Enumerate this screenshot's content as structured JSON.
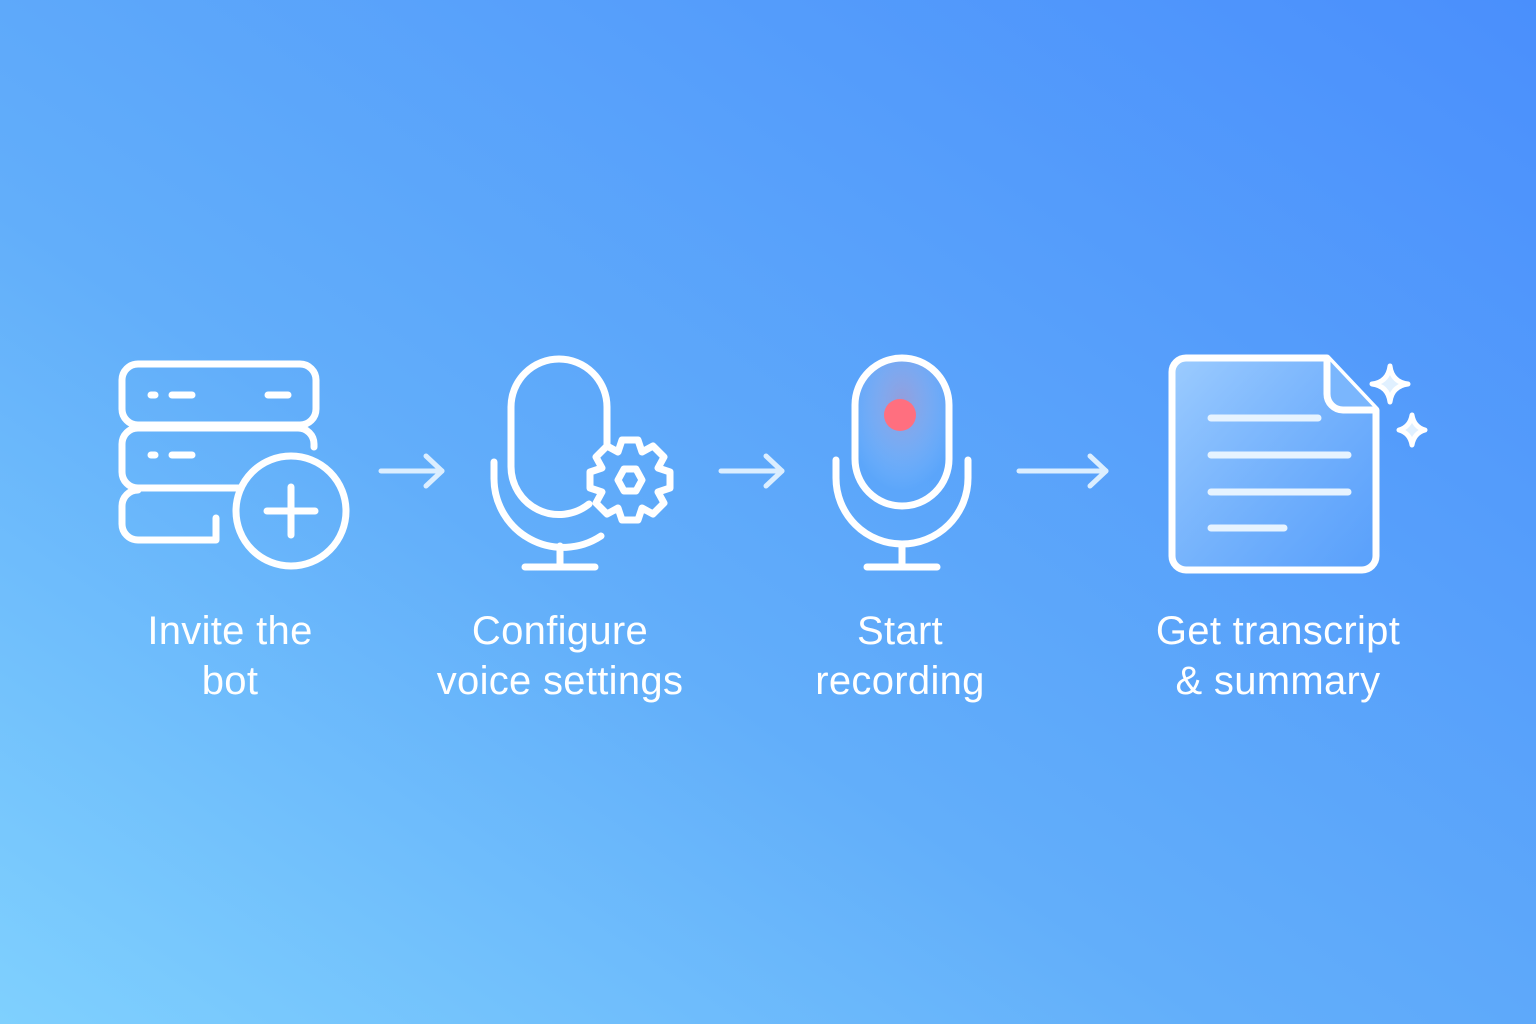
{
  "diagram": {
    "type": "process-flow",
    "direction": "left-to-right",
    "background": {
      "gradient_start": "#7fd0fe",
      "gradient_end": "#4a8ffc",
      "direction": "bottom-left to top-right"
    },
    "colors": {
      "stroke": "#ffffff",
      "record_dot": "#ff6f7f",
      "arrow": "#dbeeff"
    },
    "steps": [
      {
        "id": 1,
        "icon": "server-add-icon",
        "label_line1": "Invite the",
        "label_line2": "bot"
      },
      {
        "id": 2,
        "icon": "microphone-gear-icon",
        "label_line1": "Configure",
        "label_line2": "voice settings"
      },
      {
        "id": 3,
        "icon": "microphone-recording-icon",
        "label_line1": "Start",
        "label_line2": "recording"
      },
      {
        "id": 4,
        "icon": "document-sparkle-icon",
        "label_line1": "Get transcript",
        "label_line2": "& summary"
      }
    ],
    "connectors": [
      {
        "from": 1,
        "to": 2,
        "icon": "arrow-right-icon"
      },
      {
        "from": 2,
        "to": 3,
        "icon": "arrow-right-icon"
      },
      {
        "from": 3,
        "to": 4,
        "icon": "arrow-right-icon"
      }
    ]
  }
}
